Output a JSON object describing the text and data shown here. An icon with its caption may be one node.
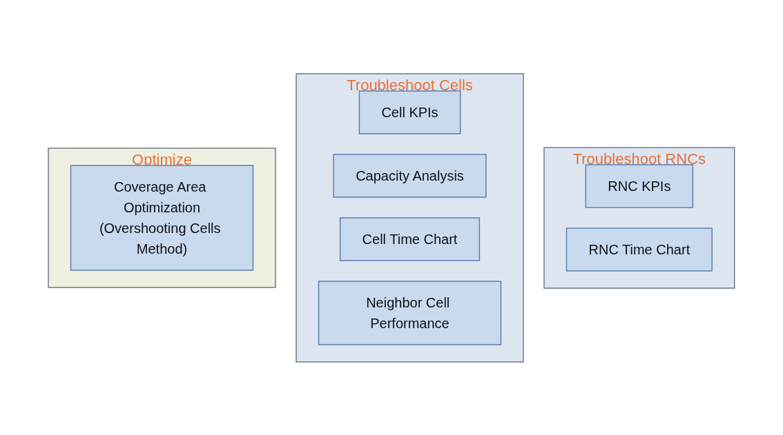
{
  "diagram": {
    "nodes": [
      {
        "text": [
          "Troubleshoot RNCs"
        ]
      },
      {
        "text": [
          "RNC KPIs"
        ],
        "in": 0
      },
      {
        "text": [
          "RNC Time Chart"
        ],
        "in": 0
      },
      {
        "text": [
          "Troubleshoot Cells"
        ]
      },
      {
        "text": [
          "Cell KPIs"
        ],
        "in": 3
      },
      {
        "text": [
          "Capacity Analysis"
        ],
        "in": 3
      },
      {
        "text": [
          "Cell Time Chart"
        ],
        "in": 3
      },
      {
        "text": [
          "Neighbor Cell Performance"
        ],
        "in": 3
      },
      {
        "text": [
          "Optimize"
        ]
      },
      {
        "text": [
          "Coverage Area Optimization",
          "(Overshooting Cells Method)"
        ],
        "in": 8
      }
    ]
  }
}
